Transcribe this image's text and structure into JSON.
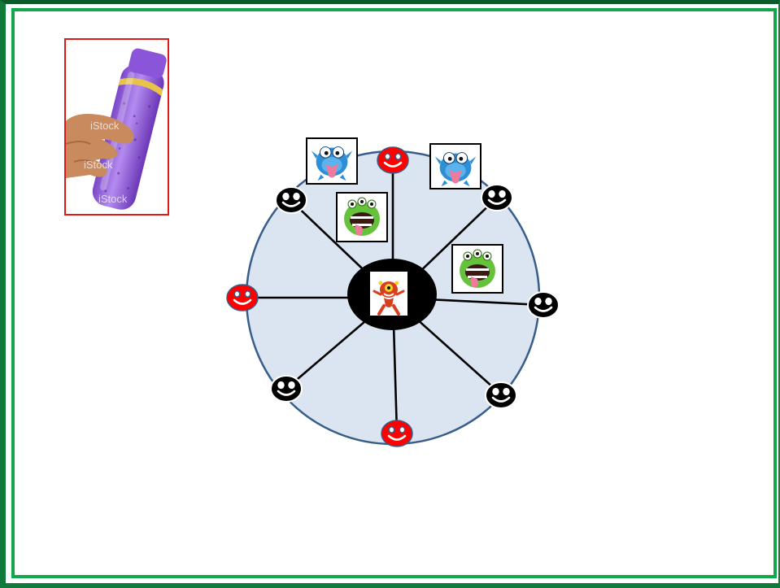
{
  "colors": {
    "frame_border": "#0f7a3a",
    "wheel_fill": "#dbe5f1",
    "wheel_stroke": "#385d8a",
    "spoke": "#000000",
    "hub": "#000000",
    "face_black": "#000000",
    "face_red": "#ff0000",
    "photo_border": "#e01818",
    "bottle": "#8e5bd6"
  },
  "photo": {
    "watermark": "iStock",
    "subject": "hand-holding-shampoo-bottle"
  },
  "diagram": {
    "hub_icon": "red-monster-icon",
    "spokes": 8,
    "faces": [
      {
        "name": "smiley-top",
        "color": "red"
      },
      {
        "name": "smiley-top-right",
        "color": "black"
      },
      {
        "name": "smiley-right",
        "color": "black"
      },
      {
        "name": "smiley-bottom-right",
        "color": "black"
      },
      {
        "name": "smiley-bottom",
        "color": "red"
      },
      {
        "name": "smiley-bottom-left",
        "color": "black"
      },
      {
        "name": "smiley-left",
        "color": "red"
      },
      {
        "name": "smiley-top-left",
        "color": "black"
      }
    ],
    "monster_cards": [
      {
        "name": "blue-monster-card-left",
        "icon": "blue-monster-icon"
      },
      {
        "name": "blue-monster-card-right",
        "icon": "blue-monster-icon"
      },
      {
        "name": "green-monster-card-upper",
        "icon": "green-monster-icon"
      },
      {
        "name": "green-monster-card-right",
        "icon": "green-monster-icon"
      }
    ]
  }
}
